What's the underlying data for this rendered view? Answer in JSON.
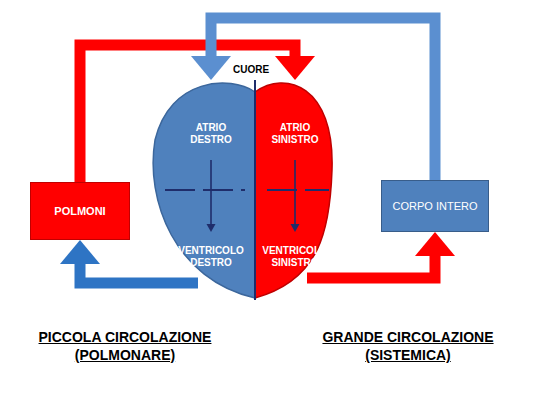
{
  "diagram": {
    "nodes": [
      {
        "text": [
          "CUORE"
        ]
      },
      {
        "text": [
          "ATRIO DESTRO"
        ],
        "in": 0
      },
      {
        "text": [
          "ATRIO SINISTRO"
        ],
        "in": 0
      },
      {
        "text": [
          "VENTRICOLO DESTRO"
        ],
        "in": 0
      },
      {
        "text": [
          "VENTRICOLO SINISTRO"
        ],
        "in": 0
      },
      {
        "text": [
          "POLMONI"
        ]
      },
      {
        "text": [
          "CORPO INTERO"
        ]
      }
    ],
    "edges": [
      {
        "from": 1,
        "to": 3,
        "arrow": "to"
      },
      {
        "from": 2,
        "to": 4,
        "arrow": "to"
      },
      {
        "from": 3,
        "to": 5,
        "arrow": "to"
      },
      {
        "from": 5,
        "to": 2,
        "arrow": "to"
      },
      {
        "from": 4,
        "to": 6,
        "arrow": "to"
      },
      {
        "from": 6,
        "to": 1,
        "arrow": "to"
      }
    ],
    "labels": [
      "PICCOLA CIRCOLAZIONE (POLMONARE)",
      "GRANDE CIRCOLAZIONE (SISTEMICA)"
    ]
  }
}
